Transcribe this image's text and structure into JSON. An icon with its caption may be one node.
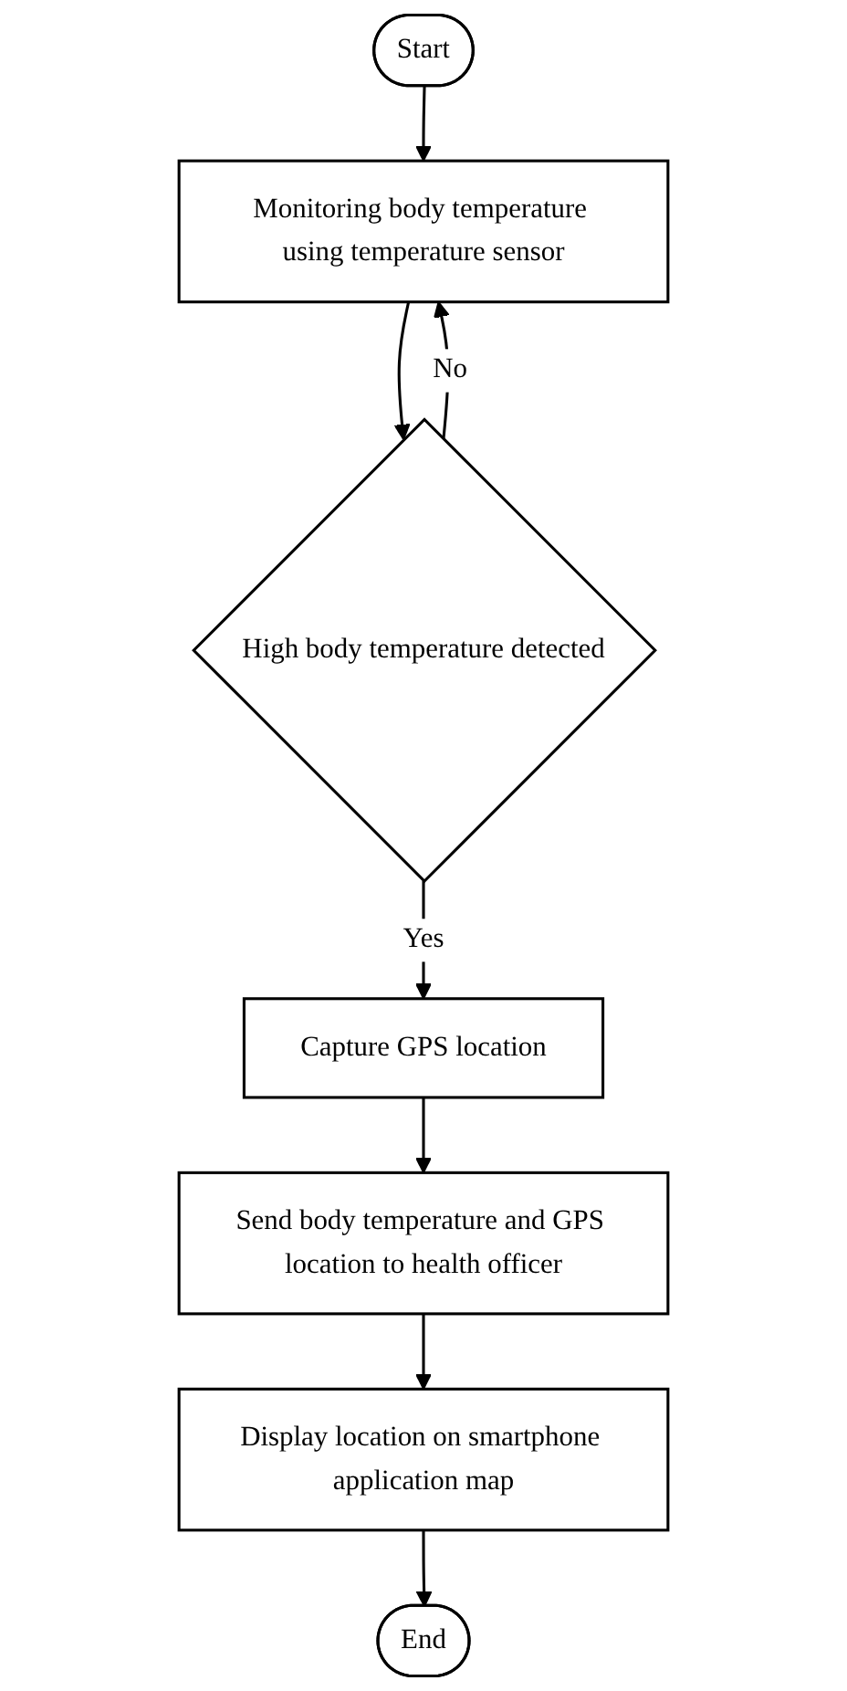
{
  "diagram": {
    "nodes": [
      {
        "text": [
          "Start"
        ]
      },
      {
        "text": [
          "Monitoring body temperature using temperature sensor"
        ]
      },
      {
        "text": [
          "High body temperature detected"
        ]
      },
      {
        "text": [
          "Capture GPS location"
        ]
      },
      {
        "text": [
          "Send body temperature and GPS location to health officer"
        ]
      },
      {
        "text": [
          "Display location on smartphone application map"
        ]
      },
      {
        "text": [
          "End"
        ]
      }
    ],
    "edges": [
      {
        "from": 0,
        "to": 1,
        "arrow": "to"
      },
      {
        "from": 1,
        "to": 2,
        "arrow": "to"
      },
      {
        "from": 2,
        "to": 1,
        "arrow": "to",
        "label": "No"
      },
      {
        "from": 2,
        "to": 3,
        "arrow": "to",
        "label": "Yes"
      },
      {
        "from": 3,
        "to": 4,
        "arrow": "to"
      },
      {
        "from": 4,
        "to": 5,
        "arrow": "to"
      },
      {
        "from": 5,
        "to": 6,
        "arrow": "to"
      }
    ]
  }
}
